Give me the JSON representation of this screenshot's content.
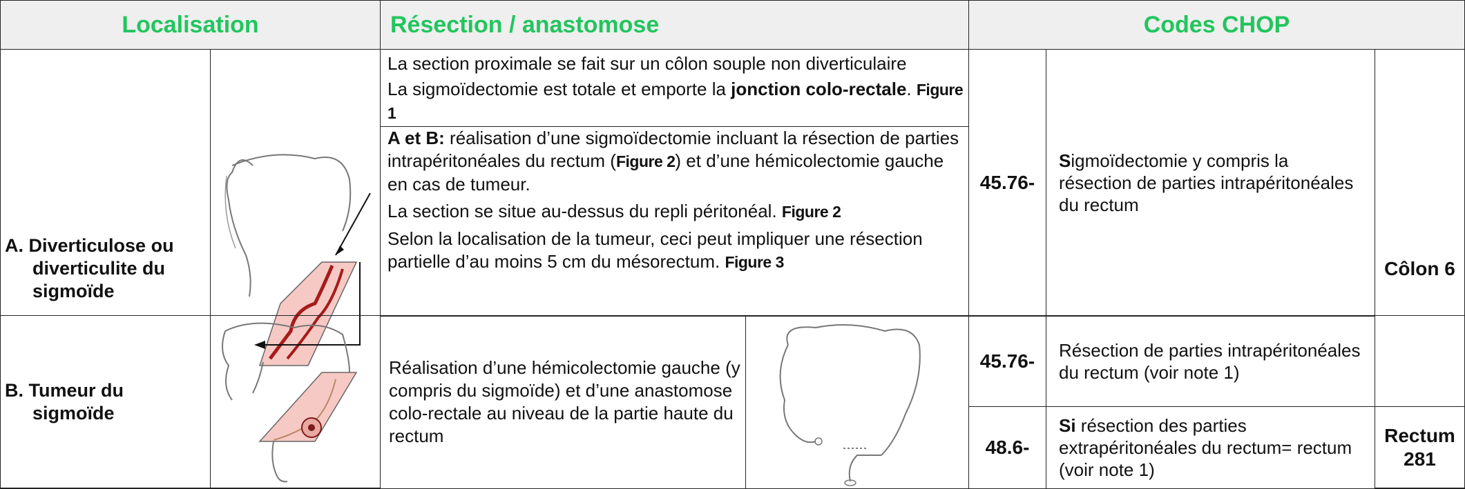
{
  "headers": {
    "localisation": "Localisation",
    "resection": "Résection / anastomose",
    "codes": "Codes CHOP"
  },
  "row_a": {
    "loc_line1": "A. Diverticulose ou",
    "loc_line2": "diverticulite du",
    "loc_line3": "sigmoïde",
    "p1": "La section proximale se fait sur un côlon souple non diverticulaire",
    "p2_pre": "La sigmoïdectomie est totale et emporte la ",
    "p2_bold": "jonction colo-rectale",
    "p2_post": ". ",
    "p2_fig": "Figure 1",
    "p3_bold": "A et B:",
    "p3_pre": " réalisation d’une sigmoïdectomie incluant la résection de parties intrapéritonéales du rectum (",
    "p3_fig": "Figure 2",
    "p3_post": ") et d’une hémicolectomie gauche en cas de tumeur.",
    "p4": "La section se situe au-dessus du repli péritonéal. ",
    "p4_fig": "Figure 2",
    "p5": "Selon la localisation de la tumeur, ceci peut impliquer une résection partielle d’au moins 5 cm du mésorectum. ",
    "p5_fig": "Figure 3",
    "code": "45.76-",
    "desc_bold": "S",
    "desc": "igmoïdectomie y compris la résection de parties intrapéritonéales du rectum",
    "chapter": "Côlon 6"
  },
  "row_b": {
    "loc_line1": "B. Tumeur du",
    "loc_line2": "sigmoïde",
    "text": "Réalisation d’une hémicolectomie gauche (y compris du sigmoïde) et d’une anastomose colo-rectale au niveau de la partie haute du rectum",
    "code1": "45.76-",
    "desc1": "Résection de parties intrapéritonéales du rectum (voir note 1)",
    "code2": "48.6-",
    "desc2_bold": "Si",
    "desc2": " résection des parties extrapéritonéales du rectum= rectum (voir note 1)",
    "chapter2_line1": "Rectum",
    "chapter2_line2": "281"
  },
  "colors": {
    "header_text": "#22c55e",
    "header_bg": "#efefef",
    "resection_fill": "#f6c9c4",
    "diverticula": "#a61b1b"
  },
  "icons": [
    "colon-diverticula-illustration",
    "colon-tumor-illustration",
    "colon-anastomosis-illustration"
  ]
}
